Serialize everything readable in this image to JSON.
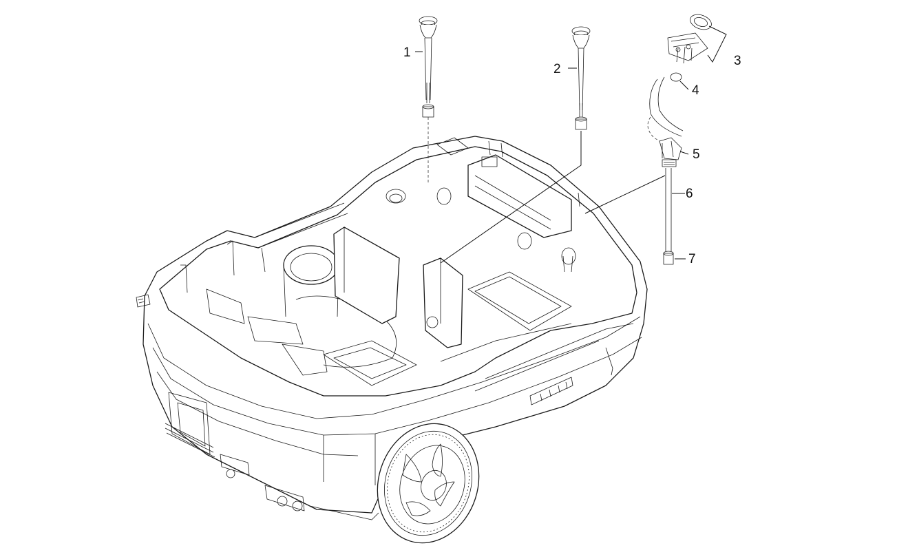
{
  "diagram": {
    "callouts": [
      {
        "number": "1"
      },
      {
        "number": "2"
      },
      {
        "number": "3"
      },
      {
        "number": "4"
      },
      {
        "number": "5"
      },
      {
        "number": "6"
      },
      {
        "number": "7"
      }
    ]
  }
}
